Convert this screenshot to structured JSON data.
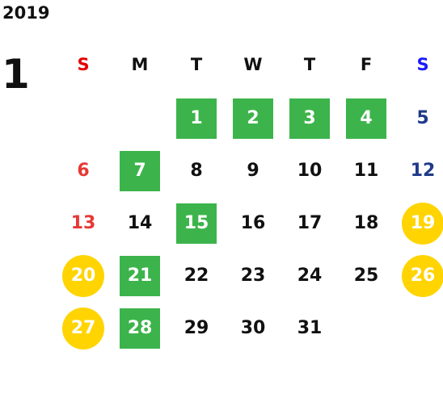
{
  "year": "2019",
  "month": "1",
  "weekdays": [
    {
      "label": "S",
      "color": "#e60000"
    },
    {
      "label": "M",
      "color": "#111111"
    },
    {
      "label": "T",
      "color": "#111111"
    },
    {
      "label": "W",
      "color": "#111111"
    },
    {
      "label": "T",
      "color": "#111111"
    },
    {
      "label": "F",
      "color": "#111111"
    },
    {
      "label": "S",
      "color": "#1a1aff"
    }
  ],
  "highlight_colors": {
    "workday_square": "#3cb44b",
    "holiday_circle": "#ffd400",
    "sunday_text": "#e53935",
    "saturday_text": "#1e3a8a"
  },
  "days": [
    {
      "day": "",
      "style": "empty"
    },
    {
      "day": "",
      "style": "empty"
    },
    {
      "day": "1",
      "style": "workday"
    },
    {
      "day": "2",
      "style": "workday"
    },
    {
      "day": "3",
      "style": "workday"
    },
    {
      "day": "4",
      "style": "workday"
    },
    {
      "day": "5",
      "style": "sat-blue"
    },
    {
      "day": "6",
      "style": "sun-red"
    },
    {
      "day": "7",
      "style": "workday"
    },
    {
      "day": "8",
      "style": "plain"
    },
    {
      "day": "9",
      "style": "plain"
    },
    {
      "day": "10",
      "style": "plain"
    },
    {
      "day": "11",
      "style": "plain"
    },
    {
      "day": "12",
      "style": "sat-blue"
    },
    {
      "day": "13",
      "style": "sun-red"
    },
    {
      "day": "14",
      "style": "plain"
    },
    {
      "day": "15",
      "style": "workday"
    },
    {
      "day": "16",
      "style": "plain"
    },
    {
      "day": "17",
      "style": "plain"
    },
    {
      "day": "18",
      "style": "plain"
    },
    {
      "day": "19",
      "style": "holiday"
    },
    {
      "day": "20",
      "style": "holiday"
    },
    {
      "day": "21",
      "style": "workday"
    },
    {
      "day": "22",
      "style": "plain"
    },
    {
      "day": "23",
      "style": "plain"
    },
    {
      "day": "24",
      "style": "plain"
    },
    {
      "day": "25",
      "style": "plain"
    },
    {
      "day": "26",
      "style": "holiday"
    },
    {
      "day": "27",
      "style": "holiday"
    },
    {
      "day": "28",
      "style": "workday"
    },
    {
      "day": "29",
      "style": "plain"
    },
    {
      "day": "30",
      "style": "plain"
    },
    {
      "day": "31",
      "style": "plain"
    },
    {
      "day": "",
      "style": "empty"
    },
    {
      "day": "",
      "style": "empty"
    }
  ]
}
